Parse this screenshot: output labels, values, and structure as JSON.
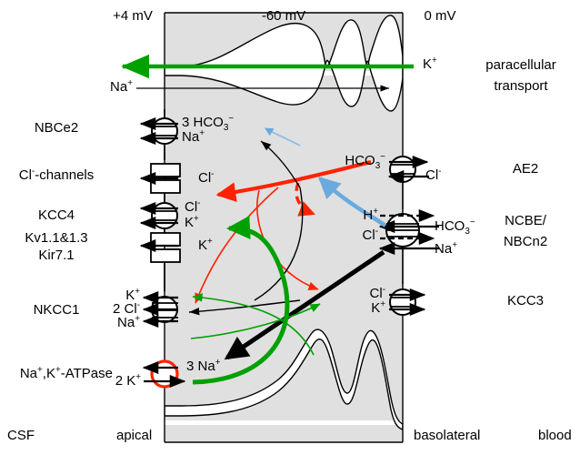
{
  "figure": {
    "title": "Choroid plexus epithelial cell ion transport diagram",
    "cell_fill": "#e0e0e0",
    "accent_green": "#00a000",
    "accent_red": "#ff2200",
    "accent_blue": "#6aaade",
    "outline": "#000000"
  },
  "voltages": {
    "csf_side": "+4 mV",
    "intracellular": "-60 mV",
    "blood_side": "0 mV"
  },
  "compartments": {
    "left": "CSF",
    "apical": "apical",
    "basolateral": "basolateral",
    "right": "blood"
  },
  "paracellular": {
    "k_label": "K",
    "k_charge": "+",
    "na_label": "Na",
    "na_charge": "+",
    "caption_line1": "paracellular",
    "caption_line2": "transport"
  },
  "apical_transporters": [
    {
      "name": "NBCe2",
      "ions": [
        "3 HCO3-",
        "Na+"
      ],
      "ion_html": [
        "3 HCO<sub>3</sub><sup>−</sup>",
        "Na<sup>+</sup>"
      ],
      "symbol": "circle",
      "direction": "out-to-csf"
    },
    {
      "name": "Cl-channels",
      "name_html": "Cl<sup>-</sup>-channels",
      "ions": [
        "Cl-"
      ],
      "ion_html": [
        "Cl<sup>-</sup>"
      ],
      "symbol": "channel",
      "direction": "out-to-csf"
    },
    {
      "name": "KCC4",
      "ions": [
        "Cl-",
        "K+"
      ],
      "ion_html": [
        "Cl<sup>-</sup>",
        "K<sup>+</sup>"
      ],
      "symbol": "circle",
      "direction": "out-to-csf"
    },
    {
      "name": "Kv1.1&1.3 Kir7.1",
      "name_line1": "Kv1.1&1.3",
      "name_line2": "Kir7.1",
      "ions": [
        "K+"
      ],
      "ion_html": [
        "K<sup>+</sup>"
      ],
      "symbol": "channel",
      "direction": "out-to-csf"
    },
    {
      "name": "NKCC1",
      "ions": [
        "K+",
        "2 Cl-",
        "Na+"
      ],
      "ion_html": [
        "K<sup>+</sup>",
        "2 Cl<sup>-</sup>",
        "Na<sup>+</sup>"
      ],
      "symbol": "circle",
      "direction": "out-to-csf"
    },
    {
      "name": "Na+,K+-ATPase",
      "name_html": "Na<sup>+</sup>,K<sup>+</sup>-ATPase",
      "ions": [
        "2 K+",
        "3 Na+"
      ],
      "ion_html": [
        "2 K<sup>+</sup>",
        "3 Na<sup>+</sup>"
      ],
      "symbol": "circle-red",
      "direction": "pump"
    }
  ],
  "basolateral_transporters": [
    {
      "name": "AE2",
      "ions": [
        "HCO3-",
        "Cl-"
      ],
      "ion_html": [
        "HCO<sub>3</sub><sup>−</sup>",
        "Cl<sup>-</sup>"
      ],
      "symbol": "circle"
    },
    {
      "name": "NCBE/ NBCn2",
      "name_line1": "NCBE/",
      "name_line2": "NBCn2",
      "ions": [
        "H+",
        "Cl-",
        "HCO3-",
        "Na+"
      ],
      "ion_html": [
        "H<sup>+</sup>",
        "Cl<sup>-</sup>",
        "HCO<sub>3</sub><sup>−</sup>",
        "Na<sup>+</sup>"
      ],
      "symbol": "circle"
    },
    {
      "name": "KCC3",
      "ions": [
        "Cl-",
        "K+"
      ],
      "ion_html": [
        "Cl<sup>-</sup>",
        "K<sup>+</sup>"
      ],
      "symbol": "circle"
    }
  ],
  "flux_arrows": [
    {
      "id": "k-paracellular",
      "color": "#00a000",
      "note": "K+ paracellular flux toward CSF"
    },
    {
      "id": "na-paracellular",
      "color": "#000000",
      "note": "Na+ paracellular flux toward blood"
    },
    {
      "id": "hco3-intracellular",
      "color": "#ff2200",
      "note": "HCO3- from AE2 region toward apical membrane"
    },
    {
      "id": "hco3-from-ncbe",
      "color": "#6aaade",
      "note": "HCO3- entering from NCBE/NBCn2"
    },
    {
      "id": "cl-dashed",
      "color": "#ff2200",
      "note": "dashed Cl- recycling"
    },
    {
      "id": "cl-to-kcc3",
      "color": "#ff2200",
      "note": "Cl- toward KCC3"
    },
    {
      "id": "cl-to-nkcc1",
      "color": "#ff2200",
      "note": "Cl- toward NKCC1"
    },
    {
      "id": "na-to-atpase",
      "color": "#000000",
      "note": "Na+ toward Na,K-ATPase"
    },
    {
      "id": "k-to-apical",
      "color": "#00a000",
      "note": "K+ from ATPase to apical channels"
    },
    {
      "id": "k-to-kcc3",
      "color": "#00a000",
      "note": "K+ toward KCC3"
    },
    {
      "id": "k-to-nkcc1",
      "color": "#00a000",
      "note": "K+ toward NKCC1"
    },
    {
      "id": "na-basolateral-in",
      "color": "#000000",
      "note": "Na+ entering basolateral side"
    }
  ]
}
